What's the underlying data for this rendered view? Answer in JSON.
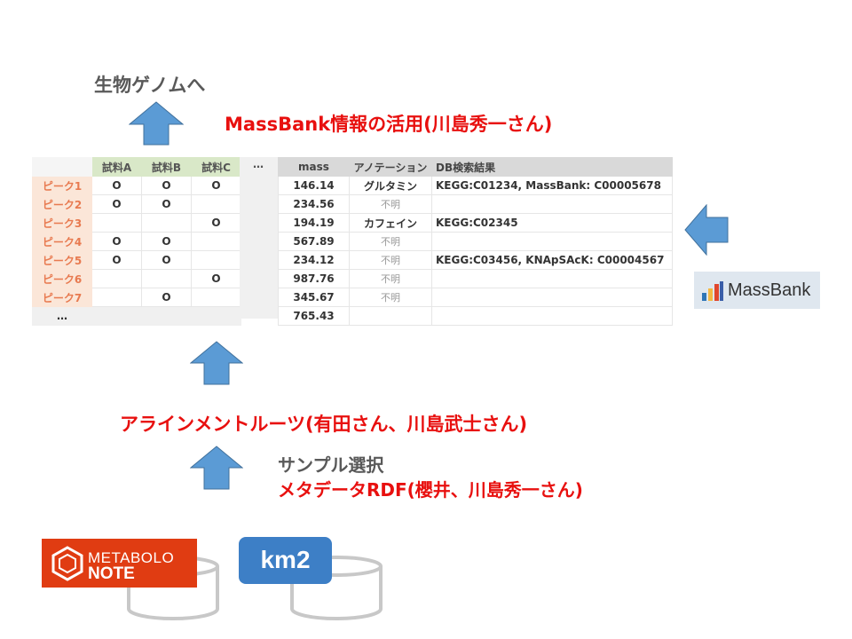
{
  "labels": {
    "genome": "生物ゲノムへ",
    "massbank_use": "MassBank情報の活用(川島秀一さん)",
    "alignment": "アラインメントルーツ(有田さん、川島武士さん)",
    "sample_select": "サンプル選択",
    "metadata": "メタデータRDF(櫻井、川島秀一さん)"
  },
  "samples_table": {
    "headers": [
      "試料A",
      "試料B",
      "試料C"
    ],
    "rows": [
      {
        "peak": "ピーク1",
        "a": "O",
        "b": "O",
        "c": "O"
      },
      {
        "peak": "ピーク2",
        "a": "O",
        "b": "O",
        "c": ""
      },
      {
        "peak": "ピーク3",
        "a": "",
        "b": "",
        "c": "O"
      },
      {
        "peak": "ピーク4",
        "a": "O",
        "b": "O",
        "c": ""
      },
      {
        "peak": "ピーク5",
        "a": "O",
        "b": "O",
        "c": ""
      },
      {
        "peak": "ピーク6",
        "a": "",
        "b": "",
        "c": "O"
      },
      {
        "peak": "ピーク7",
        "a": "",
        "b": "O",
        "c": ""
      }
    ],
    "ellipsis_col": "…",
    "ellipsis_row": "…"
  },
  "results_table": {
    "headers": [
      "mass",
      "アノテーション",
      "DB検索結果"
    ],
    "rows": [
      {
        "mass": "146.14",
        "annotation": "グルタミン",
        "db": "KEGG:C01234, MassBank: C00005678"
      },
      {
        "mass": "234.56",
        "annotation": "不明",
        "db": ""
      },
      {
        "mass": "194.19",
        "annotation": "カフェイン",
        "db": "KEGG:C02345"
      },
      {
        "mass": "567.89",
        "annotation": "不明",
        "db": ""
      },
      {
        "mass": "234.12",
        "annotation": "不明",
        "db": "KEGG:C03456, KNApSAcK: C00004567"
      },
      {
        "mass": "987.76",
        "annotation": "不明",
        "db": ""
      },
      {
        "mass": "345.67",
        "annotation": "不明",
        "db": ""
      },
      {
        "mass": "765.43",
        "annotation": "",
        "db": ""
      }
    ]
  },
  "logos": {
    "metabolo_line1": "METABOLO",
    "metabolo_line2": "NOTE",
    "km2": "km2",
    "massbank": "MassBank"
  },
  "colors": {
    "arrow": "#5b9bd5",
    "red": "#e8100f",
    "gray": "#595959"
  },
  "icons": [
    "up-arrow",
    "left-arrow",
    "database-cylinder",
    "hexagon-logo-icon",
    "bar-chart-logo-icon"
  ]
}
